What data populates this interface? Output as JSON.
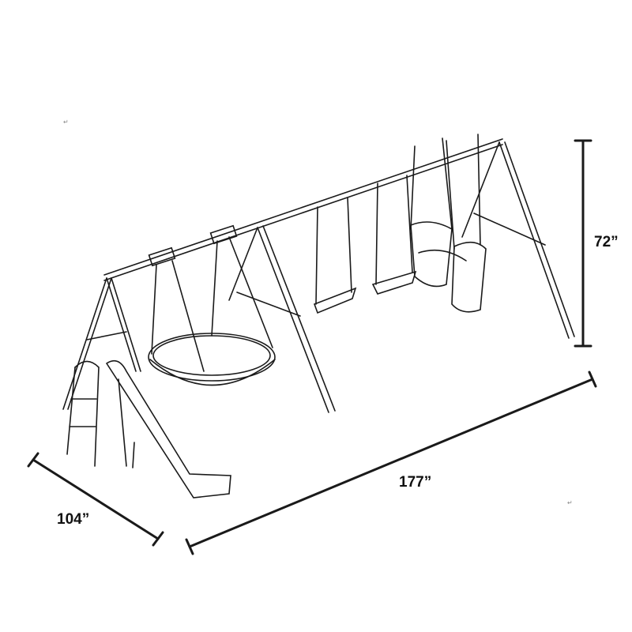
{
  "dimensions": {
    "height": "72”",
    "length": "177”",
    "depth": "104”"
  },
  "marks": {
    "top_left": "↵",
    "bottom_right": "↵"
  },
  "colors": {
    "line": "#1a1a1a",
    "fill": "#ffffff"
  }
}
